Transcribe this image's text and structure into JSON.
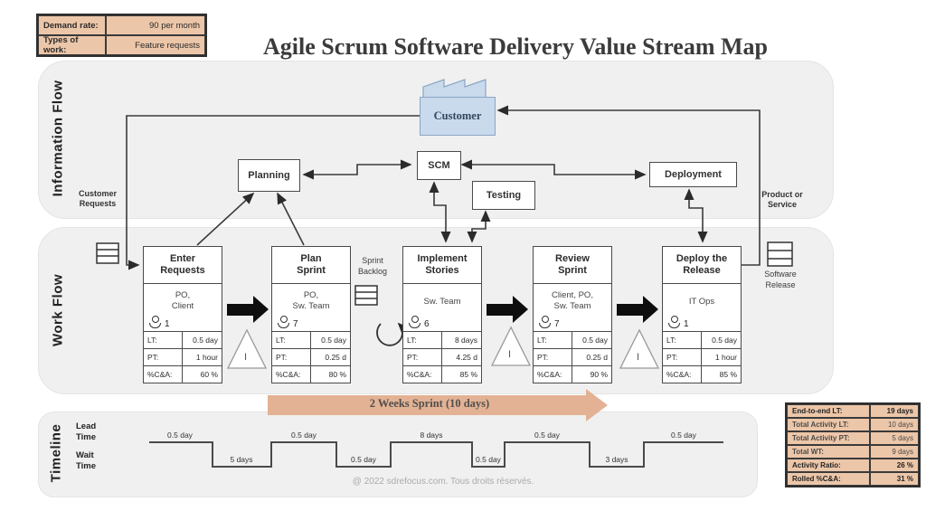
{
  "title": "Agile Scrum Software Delivery Value Stream Map",
  "demand": {
    "rows": [
      {
        "label": "Demand rate:",
        "value": "90 per month"
      },
      {
        "label": "Types of work:",
        "value": "Feature requests"
      }
    ]
  },
  "sections": {
    "information_flow": "Information Flow",
    "work_flow": "Work Flow",
    "timeline": "Timeline"
  },
  "info_flow": {
    "customer_label": "Customer",
    "planning_label": "Planning",
    "scm_label": "SCM",
    "testing_label": "Testing",
    "deployment_label": "Deployment",
    "customer_requests_label": "Customer\nRequests",
    "product_or_service_label": "Product or\nService"
  },
  "work_flow": {
    "metric_labels": {
      "lt": "LT:",
      "pt": "PT:",
      "ca": "%C&A:"
    },
    "processes": [
      {
        "title": "Enter\nRequests",
        "team": "PO,\nClient",
        "people": "1",
        "lt": "0.5 day",
        "pt": "1 hour",
        "ca": "60 %"
      },
      {
        "title": "Plan\nSprint",
        "team": "PO,\nSw. Team",
        "people": "7",
        "lt": "0.5 day",
        "pt": "0.25 d",
        "ca": "80 %"
      },
      {
        "title": "Implement\nStories",
        "team": "Sw. Team",
        "people": "6",
        "lt": "8 days",
        "pt": "4.25 d",
        "ca": "85 %"
      },
      {
        "title": "Review\nSprint",
        "team": "Client, PO,\nSw. Team",
        "people": "7",
        "lt": "0.5 day",
        "pt": "0.25 d",
        "ca": "90 %"
      },
      {
        "title": "Deploy the\nRelease",
        "team": "IT Ops",
        "people": "1",
        "lt": "0.5 day",
        "pt": "1 hour",
        "ca": "85 %"
      }
    ],
    "sprint_backlog_label": "Sprint\nBacklog",
    "software_release_label": "Software\nRelease",
    "inventory_symbol": "I",
    "sprint_arrow_label": "2 Weeks Sprint (10 days)"
  },
  "timeline": {
    "lead_time_label": "Lead\nTime",
    "wait_time_label": "Wait\nTime",
    "lead_values": [
      "0.5 day",
      "0.5 day",
      "8 days",
      "0.5 day",
      "0.5 day"
    ],
    "wait_values": [
      "5 days",
      "0.5 day",
      "0.5 day",
      "3 days"
    ],
    "copyright": "@ 2022 sdrefocus.com. Tous droits réservés."
  },
  "summary": {
    "rows": [
      {
        "label": "End-to-end LT:",
        "value": "19 days"
      },
      {
        "label": "Total Activity LT:",
        "value": "10 days"
      },
      {
        "label": "Total Activity PT:",
        "value": "5 days"
      },
      {
        "label": "Total WT:",
        "value": "9 days"
      },
      {
        "label": "Activity Ratio:",
        "value": "26 %"
      },
      {
        "label": "Rolled %C&A:",
        "value": "31 %"
      }
    ]
  },
  "colors": {
    "peach_table": "#ecc6a8",
    "customer_blue": "#c9daec",
    "sprint_arrow": "#e3b294",
    "panel_gray": "#f0f0f0",
    "wire": "#3a3a3a"
  }
}
